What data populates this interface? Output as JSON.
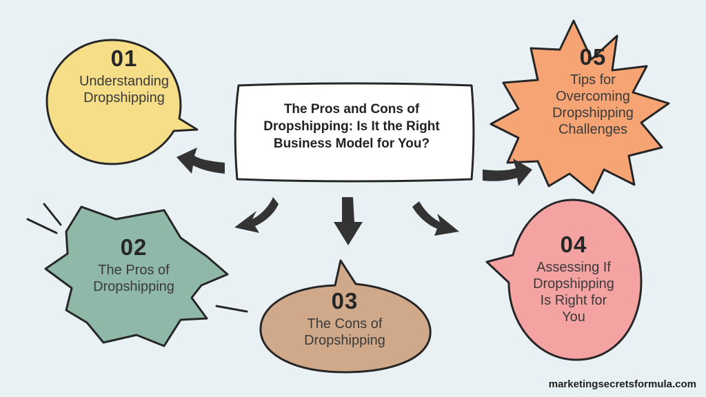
{
  "title": "The Pros and Cons of Dropshipping: Is It the Right Business Model for You?",
  "nodes": [
    {
      "id": "01",
      "number": "01",
      "text": "Understanding Dropshipping",
      "color": "#f6dd87",
      "shape": "speech-bubble"
    },
    {
      "id": "02",
      "number": "02",
      "text": "The Pros of Dropshipping",
      "color": "#8fb8a9",
      "shape": "burst"
    },
    {
      "id": "03",
      "number": "03",
      "text": "The Cons of Dropshipping",
      "color": "#cfa98a",
      "shape": "speech-bubble"
    },
    {
      "id": "04",
      "number": "04",
      "text": "Assessing If Dropshipping Is Right for You",
      "color": "#f4a2a2",
      "shape": "speech-bubble"
    },
    {
      "id": "05",
      "number": "05",
      "text": "Tips for Overcoming Dropshipping Challenges",
      "color": "#f6a474",
      "shape": "starburst"
    }
  ],
  "footer": "marketingsecretsformula.com",
  "colors": {
    "background": "#e9f1f4",
    "outline": "#262626",
    "arrow": "#333333"
  }
}
